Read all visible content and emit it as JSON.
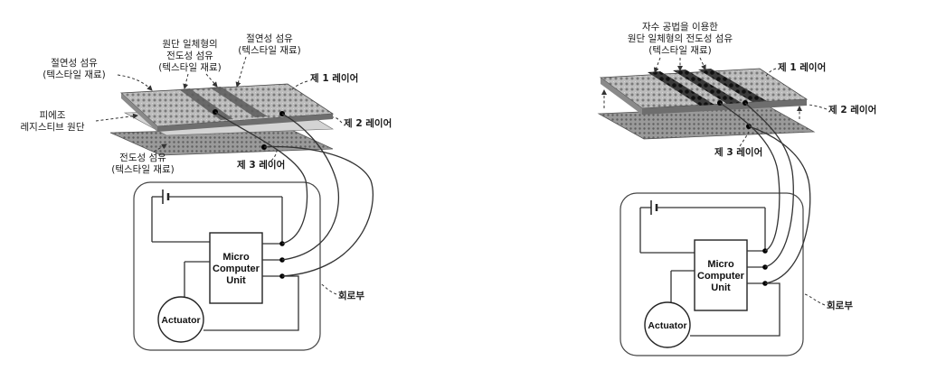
{
  "left": {
    "labels": {
      "insulating_fiber_left": [
        "절연성 섬유",
        "(텍스타일 재료)"
      ],
      "integrated_conductive_fiber": [
        "원단 일체형의",
        "전도성 섬유",
        "(텍스타일 재료)"
      ],
      "insulating_fiber_right": [
        "절연성 섬유",
        "(텍스타일 재료)"
      ],
      "piezo_fabric": [
        "피에조",
        "레지스티브 원단"
      ],
      "conductive_fiber": [
        "전도성 섬유",
        "(텍스타일 재료)"
      ],
      "layer1": "제 1 레이어",
      "layer2": "제 2 레이어",
      "layer3": "제 3 레이어",
      "circuit": "회로부"
    },
    "mcu": [
      "Micro",
      "Computer",
      "Unit"
    ],
    "actuator": "Actuator"
  },
  "right": {
    "labels": {
      "embroidered_fiber": [
        "자수 공법을 이용한",
        "원단 일체형의 전도성 섬유",
        "(텍스타일 재료)"
      ],
      "layer1": "제 1 레이어",
      "layer2": "제 2 레이어",
      "layer3": "제 3 레이어",
      "circuit": "회로부"
    },
    "mcu": [
      "Micro",
      "Computer",
      "Unit"
    ],
    "actuator": "Actuator"
  }
}
